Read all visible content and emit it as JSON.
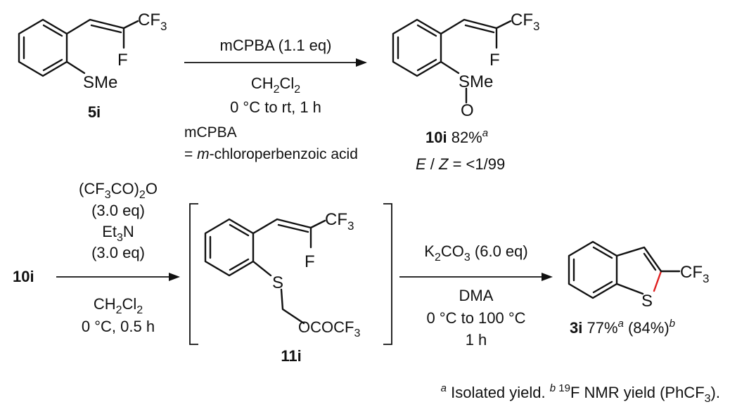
{
  "colors": {
    "fluorine": "#2fb52f",
    "sulfur": "#2b55e0",
    "new_bond": "#e02020",
    "ink": "#111111"
  },
  "atoms": {
    "f": "F",
    "cf3": "CF",
    "cf3_sub": "3",
    "sme": "SMe",
    "s": "S",
    "o": "O"
  },
  "step1": {
    "reagent": "mCPBA (1.1 eq)",
    "solvent_a": "CH",
    "solvent_sub1": "2",
    "solvent_b": "Cl",
    "solvent_sub2": "2",
    "conditions": "0 °C to rt, 1 h",
    "note_line1": "mCPBA",
    "note_prefix": "= ",
    "note_italic": "m",
    "note_rest": "-chloroperbenzoic acid"
  },
  "compounds": {
    "c5i": "5i",
    "c10i": "10i",
    "c10i_yield": " 82%",
    "c10i_yield_sup": "a",
    "c10i_ez_e": "E",
    "c10i_ez_sep": " / ",
    "c10i_ez_z": "Z",
    "c10i_ez_val": " = <1/99",
    "c10i_start": "10i",
    "c11i": "11i",
    "c11i_group_a": "OCOCF",
    "c11i_group_sub": "3",
    "c3i": "3i",
    "c3i_yield": " 77%",
    "c3i_yield_sup_a": "a",
    "c3i_nmr": " (84%)",
    "c3i_nmr_sup": "b"
  },
  "step2": {
    "reagent_a": "(CF",
    "reagent_sub1": "3",
    "reagent_b": "CO)",
    "reagent_sub2": "2",
    "reagent_c": "O",
    "reagent_eq": "(3.0 eq)",
    "base_a": "Et",
    "base_sub": "3",
    "base_b": "N",
    "base_eq": "(3.0 eq)",
    "solvent_a": "CH",
    "solvent_sub1": "2",
    "solvent_b": "Cl",
    "solvent_sub2": "2",
    "conditions": "0 °C, 0.5 h"
  },
  "step3": {
    "reagent_a": "K",
    "reagent_sub1": "2",
    "reagent_b": "CO",
    "reagent_sub2": "3",
    "reagent_c": " (6.0 eq)",
    "solvent": "DMA",
    "temperature": "0 °C to 100 °C",
    "time": "1 h"
  },
  "footnote": {
    "sup_a": "a",
    "text_a": " Isolated yield. ",
    "sup_b": "b",
    "sup_19": " 19",
    "text_b": "F NMR yield (PhCF",
    "text_b_sub": "3",
    "text_b_end": ")."
  }
}
